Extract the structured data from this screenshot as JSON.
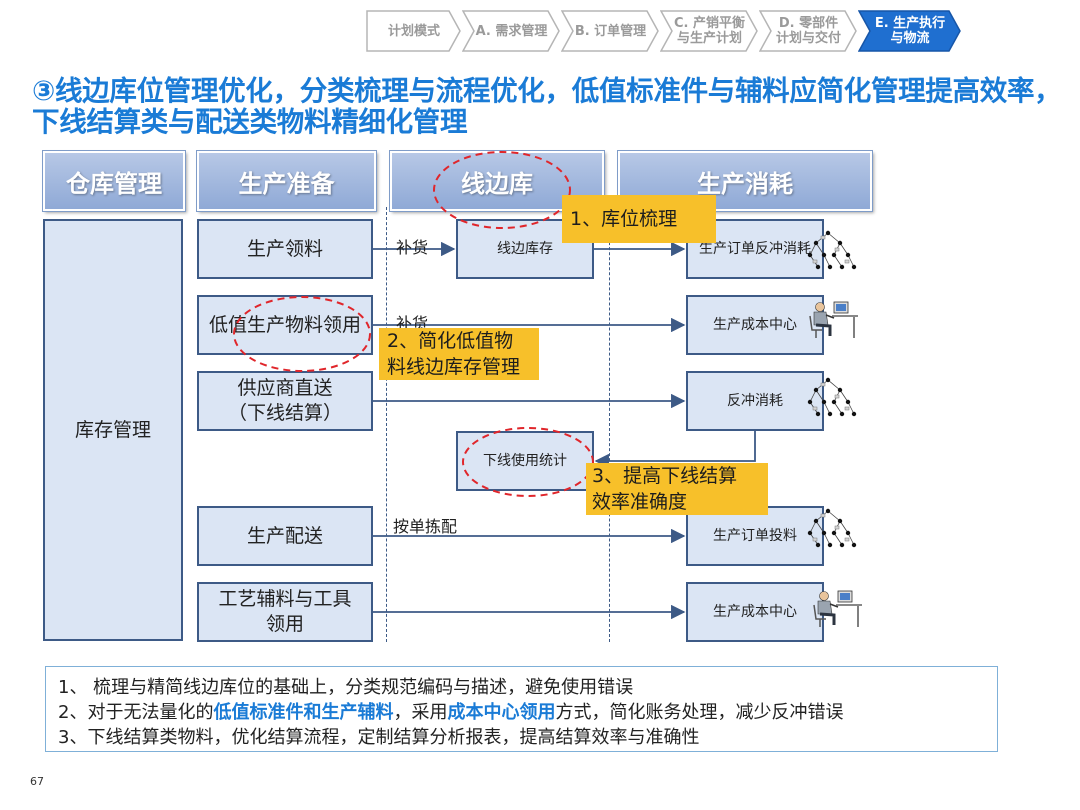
{
  "breadcrumb": [
    {
      "label": "计划模式",
      "active": false
    },
    {
      "label": "A. 需求管理",
      "active": false
    },
    {
      "label": "B. 订单管理",
      "active": false
    },
    {
      "label": "C. 产销平衡\n与生产计划",
      "active": false
    },
    {
      "label": "D. 零部件\n计划与交付",
      "active": false
    },
    {
      "label": "E. 生产执行\n与物流",
      "active": true
    }
  ],
  "title": "③线边库位管理优化，分类梳理与流程优化，低值标准件与辅料应简化管理提高效率，下线结算类与配送类物料精细化管理",
  "columns": {
    "warehouse": "仓库管理",
    "preparation": "生产准备",
    "line_side": "线边库",
    "consumption": "生产消耗"
  },
  "inventory_management": "库存管理",
  "prep_items": {
    "material_pick": "生产领料",
    "low_value": "低值生产物料领用",
    "supplier_direct": "供应商直送\n（下线结算）",
    "distribution": "生产配送",
    "aux_tools": "工艺辅料与工具\n领用"
  },
  "line_side_items": {
    "line_stock": "线边库存",
    "offline_stats": "下线使用统计"
  },
  "consumption_items": {
    "backflush_order": "生产订单反冲消耗",
    "cost_center_1": "生产成本中心",
    "backflush": "反冲消耗",
    "order_issue": "生产订单投料",
    "cost_center_2": "生产成本中心"
  },
  "flow_labels": {
    "replenish_1": "补货",
    "replenish_2": "补货",
    "by_order_pick": "按单拣配"
  },
  "callouts": {
    "c1": "1、库位梳理",
    "c2": "2、简化低值物\n料线边库存管理",
    "c3": "3、提高下线结算\n效率准确度"
  },
  "notes": [
    {
      "parts": [
        {
          "text": "1、 梳理与精简线边库位的基础上，分类规范编码与描述，避免使用错误",
          "em": false
        }
      ]
    },
    {
      "parts": [
        {
          "text": "2、对于无法量化的",
          "em": false
        },
        {
          "text": "低值标准件和生产辅料",
          "em": true
        },
        {
          "text": "，采用",
          "em": false
        },
        {
          "text": "成本中心领用",
          "em": true
        },
        {
          "text": "方式，简化账务处理，减少反冲错误",
          "em": false
        }
      ]
    },
    {
      "parts": [
        {
          "text": "3、下线结算类物料，优化结算流程，定制结算分析报表，提高结算效率与准确性",
          "em": false
        }
      ]
    }
  ],
  "page_number": "67",
  "colors": {
    "title_blue": "#1a7bd6",
    "header_fill": "#a3b8dd",
    "box_fill": "#dbe5f4",
    "box_border": "#3d5a86",
    "callout_yellow": "#f7c02a",
    "highlight_red": "#e0262b",
    "active_crumb": "#1f6fd0"
  },
  "icons": {
    "network": "network-tree-icon",
    "worker": "worker-at-computer-icon"
  }
}
